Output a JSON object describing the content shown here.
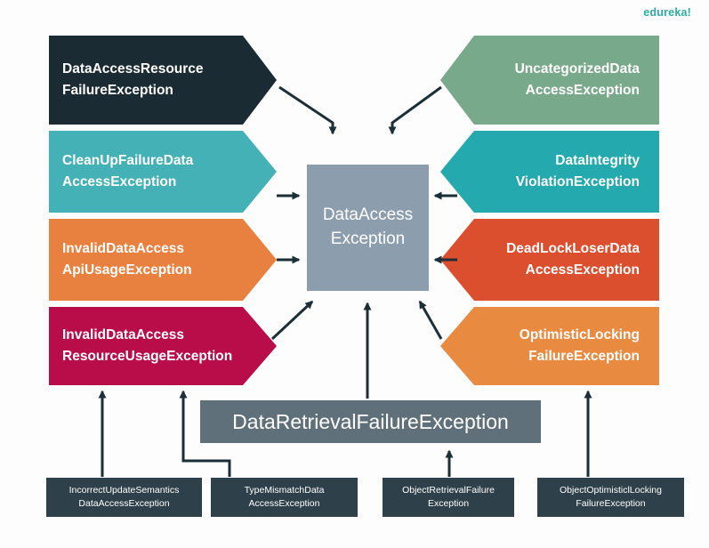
{
  "brand": {
    "label": "edureka!"
  },
  "center_box": {
    "line1": "DataAccess",
    "line2": "Exception"
  },
  "left_banners": [
    {
      "line1": "DataAccessResource",
      "line2": "FailureException"
    },
    {
      "line1": "CleanUpFailureData",
      "line2": "AccessException"
    },
    {
      "line1": "InvalidDataAccess",
      "line2": "ApiUsageException"
    },
    {
      "line1": "InvalidDataAccess",
      "line2": "ResourceUsageException"
    }
  ],
  "right_banners": [
    {
      "line1": "UncategorizedData",
      "line2": "AccessException"
    },
    {
      "line1": "DataIntegrity",
      "line2": "ViolationException"
    },
    {
      "line1": "DeadLockLoserData",
      "line2": "AccessException"
    },
    {
      "line1": "OptimisticLocking",
      "line2": "FailureException"
    }
  ],
  "retrieval_box": {
    "label": "DataRetrievalFailureException"
  },
  "bottom_boxes": [
    {
      "line1": "IncorrectUpdateSemantics",
      "line2": "DataAccessException"
    },
    {
      "line1": "TypeMismatchData",
      "line2": "AccessException"
    },
    {
      "line1": "ObjectRetrievalFailure",
      "line2": "Exception"
    },
    {
      "line1": "ObjectOptimisticlLocking",
      "line2": "FailureException"
    }
  ],
  "colors": {
    "bg": "#fdfdfd",
    "arrow": "#1c2f38",
    "center": "#8c9eae",
    "retrieval": "#5f707b",
    "bottombox": "#2e4049",
    "brand": "#2aada3",
    "l1": "#1a2b33",
    "l2": "#43b1b6",
    "l3": "#e8813f",
    "l4": "#b80d49",
    "r1": "#79a98b",
    "r2": "#23a9ae",
    "r3": "#dc4f2e",
    "r4": "#e98a41"
  }
}
